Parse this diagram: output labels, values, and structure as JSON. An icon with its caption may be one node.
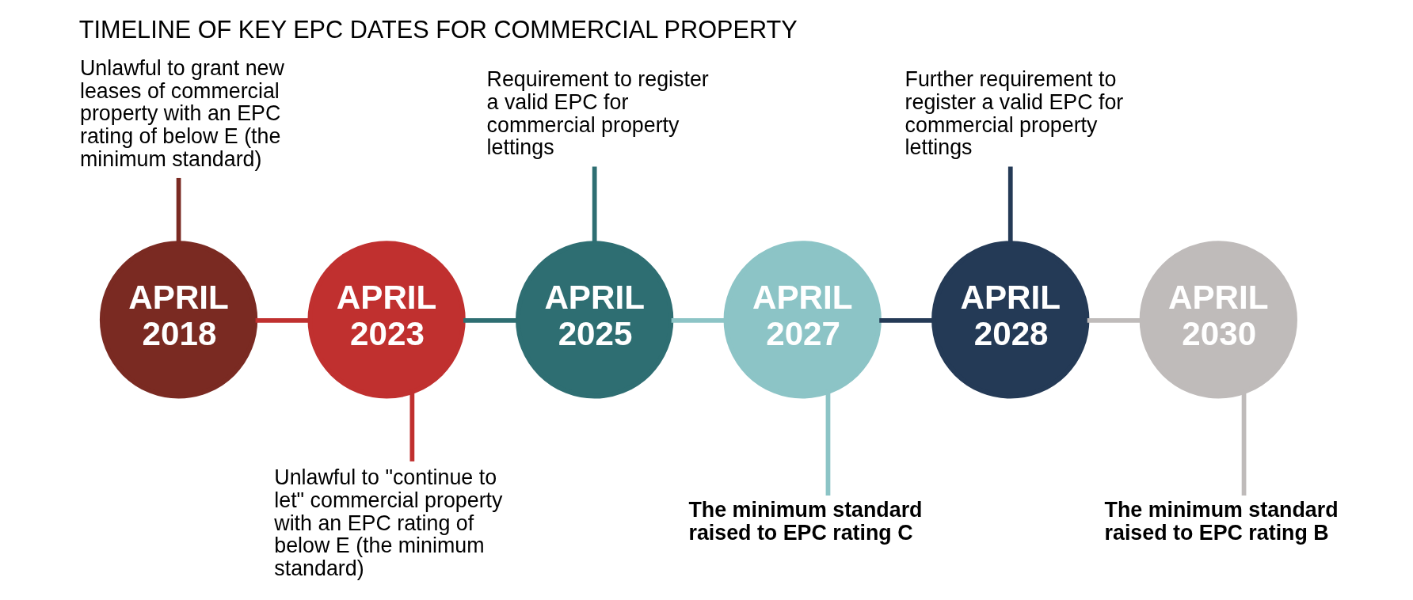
{
  "diagram": {
    "title": "TIMELINE OF KEY EPC DATES FOR COMMERCIAL PROPERTY",
    "nodes": [
      {
        "text": [
          "APRIL 2018"
        ]
      },
      {
        "text": [
          "APRIL 2023"
        ]
      },
      {
        "text": [
          "APRIL 2025"
        ]
      },
      {
        "text": [
          "APRIL 2027"
        ]
      },
      {
        "text": [
          "APRIL 2028"
        ]
      },
      {
        "text": [
          "APRIL 2030"
        ]
      },
      {
        "text": [
          "Unlawful to grant new leases of commercial property with an EPC rating of below E (the minimum standard)"
        ]
      },
      {
        "text": [
          "Unlawful to \"continue to let\" commercial property with an EPC rating of below E (the minimum standard)"
        ]
      },
      {
        "text": [
          "Requirement to register a valid EPC for commercial property lettings"
        ]
      },
      {
        "text": [
          "The minimum standard raised to EPC rating C"
        ]
      },
      {
        "text": [
          "Further requirement to register a valid EPC for commercial property lettings"
        ]
      },
      {
        "text": [
          "The minimum standard raised to EPC rating B"
        ]
      }
    ],
    "edges": [
      {
        "from": 0,
        "to": 1,
        "arrow": "none",
        "color": "#c0302f"
      },
      {
        "from": 1,
        "to": 2,
        "arrow": "none",
        "color": "#2e6e72"
      },
      {
        "from": 2,
        "to": 3,
        "arrow": "none",
        "color": "#8cc4c6"
      },
      {
        "from": 3,
        "to": 4,
        "arrow": "none",
        "color": "#243a56"
      },
      {
        "from": 4,
        "to": 5,
        "arrow": "none",
        "color": "#bfbbba"
      },
      {
        "from": 6,
        "to": 0,
        "arrow": "none",
        "color": "#7a2a22"
      },
      {
        "from": 7,
        "to": 1,
        "arrow": "none",
        "color": "#c0302f"
      },
      {
        "from": 8,
        "to": 2,
        "arrow": "none",
        "color": "#2e6e72"
      },
      {
        "from": 9,
        "to": 3,
        "arrow": "none",
        "color": "#8cc4c6"
      },
      {
        "from": 10,
        "to": 4,
        "arrow": "none",
        "color": "#243a56"
      },
      {
        "from": 11,
        "to": 5,
        "arrow": "none",
        "color": "#bfbbba"
      }
    ]
  }
}
